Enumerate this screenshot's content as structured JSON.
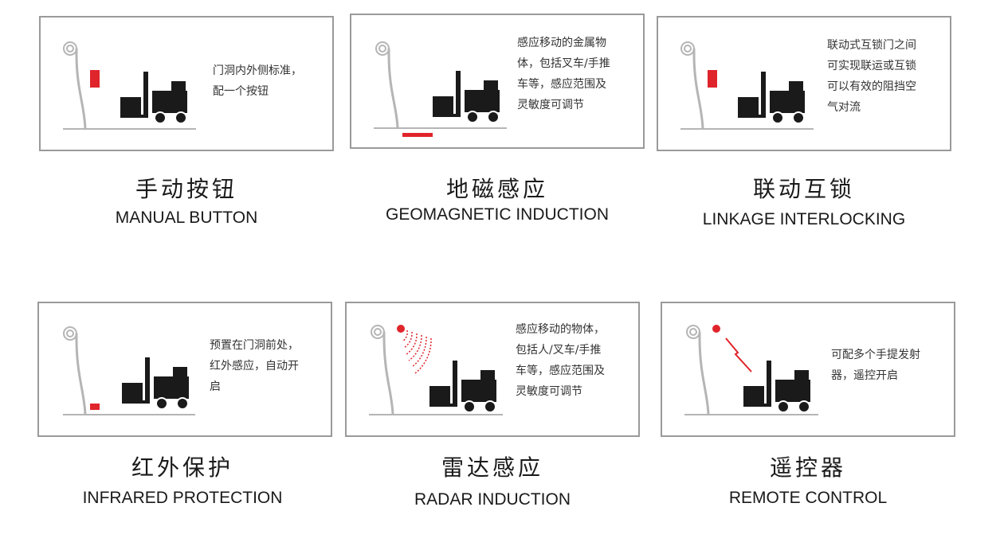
{
  "colors": {
    "accent": "#e0242b",
    "border": "#9a9a9a",
    "pole": "#b5b5b5",
    "machine": "#1a1a1a"
  },
  "panels": [
    {
      "id": "manual",
      "title_cn": "手动按钮",
      "title_en": "MANUAL BUTTON",
      "desc": "门洞内外侧标准，\n配一个按钮",
      "icon": "wall-button-icon"
    },
    {
      "id": "geomagnetic",
      "title_cn": "地磁感应",
      "title_en": "GEOMAGNETIC INDUCTION",
      "desc": "感应移动的金属物\n体，包括叉车/手推\n车等，感应范围及\n灵敏度可调节",
      "icon": "floor-sensor-icon"
    },
    {
      "id": "linkage",
      "title_cn": "联动互锁",
      "title_en": "LINKAGE INTERLOCKING",
      "desc": "联动式互锁门之间\n可实现联运或互锁\n可以有效的阻挡空\n气对流",
      "icon": "wall-button-icon"
    },
    {
      "id": "infrared",
      "title_cn": "红外保护",
      "title_en": "INFRARED PROTECTION",
      "desc": "预置在门洞前处，\n红外感应，自动开\n启",
      "icon": "infrared-sensor-icon"
    },
    {
      "id": "radar",
      "title_cn": "雷达感应",
      "title_en": "RADAR INDUCTION",
      "desc": "感应移动的物体，\n包括人/叉车/手推\n车等，感应范围及\n灵敏度可调节",
      "icon": "radar-waves-icon"
    },
    {
      "id": "remote",
      "title_cn": "遥控器",
      "title_en": "REMOTE CONTROL",
      "desc": "可配多个手提发射\n器，遥控开启",
      "icon": "remote-signal-icon"
    }
  ]
}
